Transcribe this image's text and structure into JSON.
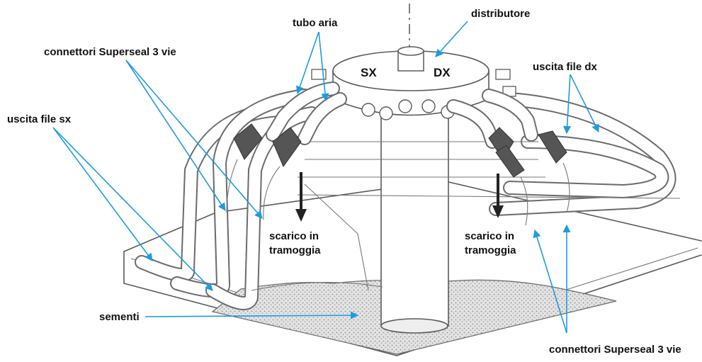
{
  "labels": {
    "tubo_aria": "tubo aria",
    "distributore": "distributore",
    "connettori_top": "connettori Superseal 3 vie",
    "uscita_sx": "uscita file sx",
    "uscita_dx": "uscita file dx",
    "sx": "SX",
    "dx": "DX",
    "scarico_left_1": "scarico in",
    "scarico_left_2": "tramoggia",
    "scarico_right_1": "scarico in",
    "scarico_right_2": "tramoggia",
    "sementi": "sementi",
    "connettori_bottom": "connettori Superseal 3 vie"
  },
  "colors": {
    "leader": "#1e9be0",
    "ink": "#111111",
    "sketch": "#5a5a5a",
    "seed_fill": "#d6d6d6"
  },
  "icons": {
    "leader_arrow": "arrowhead-icon",
    "down_arrow": "arrow-down-icon"
  }
}
